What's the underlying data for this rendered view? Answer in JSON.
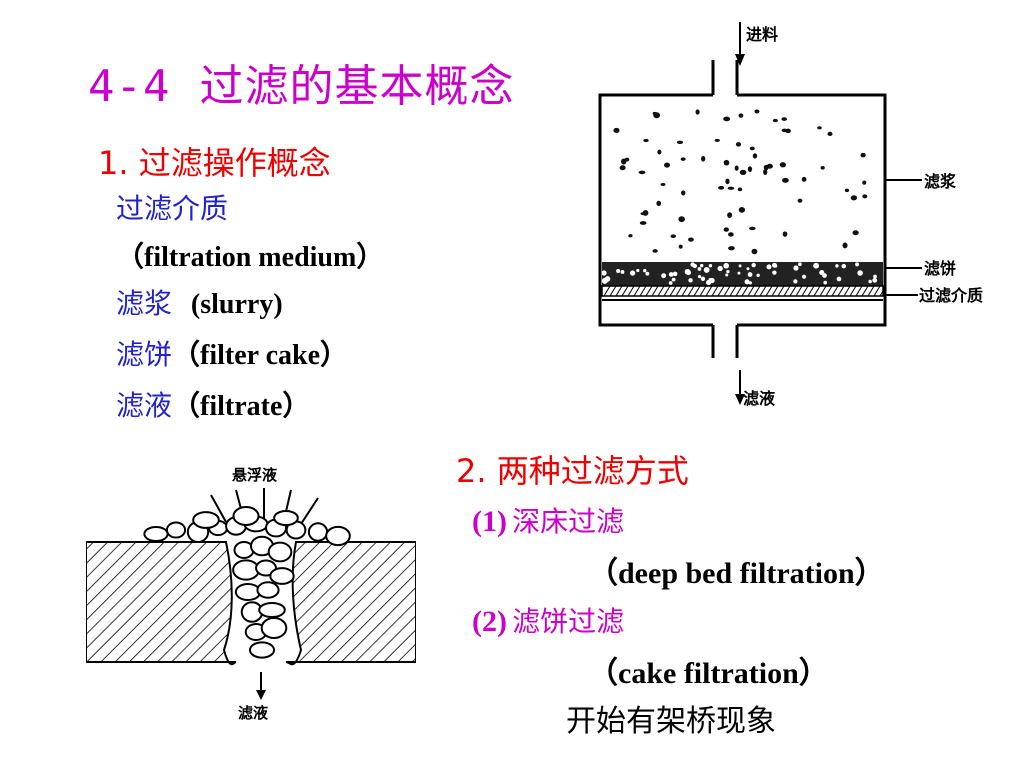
{
  "title": {
    "number": "4-4",
    "text": "过滤的基本概念"
  },
  "section1": {
    "heading": "1. 过滤操作概念",
    "terms": [
      {
        "zh": "过滤介质",
        "en": "（filtration medium）"
      },
      {
        "zh": "滤浆",
        "en": "(slurry)"
      },
      {
        "zh": "滤饼",
        "en": "（filter cake）"
      },
      {
        "zh": "滤液",
        "en": "（filtrate）"
      }
    ]
  },
  "section2": {
    "heading": "2. 两种过滤方式",
    "methods": [
      {
        "num": "(1)",
        "zh": "深床过滤",
        "en": "（deep bed filtration）"
      },
      {
        "num": "(2)",
        "zh": "滤饼过滤",
        "en": "（cake  filtration）"
      }
    ],
    "note": "开始有架桥现象"
  },
  "diagram_top": {
    "labels": {
      "feed": "进料",
      "slurry": "滤浆",
      "cake": "滤饼",
      "medium": "过滤介质",
      "filtrate": "滤液"
    }
  },
  "diagram_bottom": {
    "labels": {
      "suspension": "悬浮液",
      "filtrate": "滤液"
    }
  }
}
